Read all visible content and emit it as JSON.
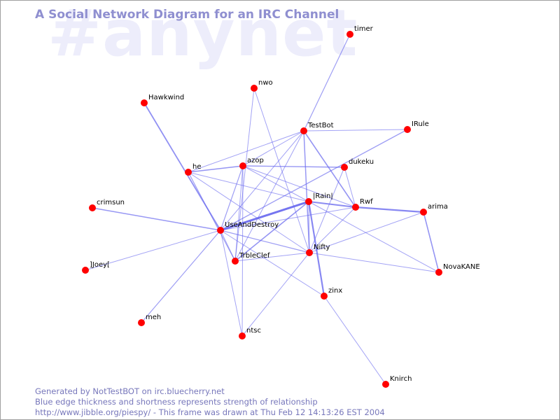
{
  "watermark": "#anynet",
  "title": "A Social Network Diagram for an IRC Channel",
  "footer": {
    "line1": "Generated by NotTestBOT on irc.bluecherry.net",
    "line2": "Blue edge thickness and shortness represents strength of relationship",
    "line3": "http://www.jibble.org/piespy/ - This frame was drawn at Thu Feb 12 14:13:26 EST 2004"
  },
  "colors": {
    "node": "#ff0000",
    "edge": "#6666ee",
    "title": "#8f8fd0",
    "watermark": "#ededfb",
    "footer": "#7777bb"
  },
  "nodes": [
    {
      "id": "timer",
      "label": "timer"
    },
    {
      "id": "nwo",
      "label": "nwo"
    },
    {
      "id": "Hawkwind",
      "label": "Hawkwind"
    },
    {
      "id": "TestBot",
      "label": "TestBot"
    },
    {
      "id": "IRule",
      "label": "IRule"
    },
    {
      "id": "he",
      "label": "he"
    },
    {
      "id": "azop",
      "label": "azop"
    },
    {
      "id": "dukeku",
      "label": "dukeku"
    },
    {
      "id": "crimsun",
      "label": "crimsun"
    },
    {
      "id": "Rain",
      "label": "|Rain|"
    },
    {
      "id": "Rwf",
      "label": "Rwf"
    },
    {
      "id": "arima",
      "label": "arima"
    },
    {
      "id": "UseAndDestroy",
      "label": "UseAndDestroy"
    },
    {
      "id": "Nifty",
      "label": "Nifty"
    },
    {
      "id": "TrbleClef",
      "label": "TrbleClef"
    },
    {
      "id": "Joey",
      "label": "]Joey["
    },
    {
      "id": "NovaKANE",
      "label": "NovaKANE"
    },
    {
      "id": "zinx",
      "label": "zinx"
    },
    {
      "id": "meh",
      "label": "meh"
    },
    {
      "id": "ntsc",
      "label": "ntsc"
    },
    {
      "id": "Knirch",
      "label": "Knirch"
    }
  ],
  "edges": [
    {
      "source": "timer",
      "target": "TestBot",
      "weight": 1.2
    },
    {
      "source": "Hawkwind",
      "target": "UseAndDestroy",
      "weight": 1.8
    },
    {
      "source": "nwo",
      "target": "TrbleClef",
      "weight": 1
    },
    {
      "source": "nwo",
      "target": "Nifty",
      "weight": 1
    },
    {
      "source": "TestBot",
      "target": "IRule",
      "weight": 1
    },
    {
      "source": "TestBot",
      "target": "he",
      "weight": 1
    },
    {
      "source": "TestBot",
      "target": "Rwf",
      "weight": 1.6
    },
    {
      "source": "TestBot",
      "target": "Nifty",
      "weight": 1.5
    },
    {
      "source": "TestBot",
      "target": "UseAndDestroy",
      "weight": 1
    },
    {
      "source": "TestBot",
      "target": "TrbleClef",
      "weight": 1
    },
    {
      "source": "TestBot",
      "target": "azop",
      "weight": 1
    },
    {
      "source": "IRule",
      "target": "UseAndDestroy",
      "weight": 1.3
    },
    {
      "source": "he",
      "target": "azop",
      "weight": 1.6
    },
    {
      "source": "he",
      "target": "Rain",
      "weight": 1
    },
    {
      "source": "he",
      "target": "TrbleClef",
      "weight": 1.2
    },
    {
      "source": "he",
      "target": "Nifty",
      "weight": 1
    },
    {
      "source": "azop",
      "target": "dukeku",
      "weight": 1.4
    },
    {
      "source": "azop",
      "target": "Rain",
      "weight": 1
    },
    {
      "source": "azop",
      "target": "UseAndDestroy",
      "weight": 1.2
    },
    {
      "source": "azop",
      "target": "TrbleClef",
      "weight": 1
    },
    {
      "source": "azop",
      "target": "ntsc",
      "weight": 1
    },
    {
      "source": "azop",
      "target": "Rwf",
      "weight": 1
    },
    {
      "source": "dukeku",
      "target": "Rwf",
      "weight": 1
    },
    {
      "source": "dukeku",
      "target": "Nifty",
      "weight": 1
    },
    {
      "source": "crimsun",
      "target": "UseAndDestroy",
      "weight": 1.5
    },
    {
      "source": "Rain",
      "target": "UseAndDestroy",
      "weight": 3
    },
    {
      "source": "Rain",
      "target": "Rwf",
      "weight": 2
    },
    {
      "source": "Rain",
      "target": "zinx",
      "weight": 2.2
    },
    {
      "source": "Rain",
      "target": "TrbleClef",
      "weight": 1.6
    },
    {
      "source": "Rain",
      "target": "Nifty",
      "weight": 1
    },
    {
      "source": "Rain",
      "target": "NovaKANE",
      "weight": 1
    },
    {
      "source": "Rwf",
      "target": "arima",
      "weight": 2.2
    },
    {
      "source": "Rwf",
      "target": "Nifty",
      "weight": 1
    },
    {
      "source": "Rwf",
      "target": "UseAndDestroy",
      "weight": 1
    },
    {
      "source": "arima",
      "target": "NovaKANE",
      "weight": 1.6
    },
    {
      "source": "arima",
      "target": "Nifty",
      "weight": 1
    },
    {
      "source": "UseAndDestroy",
      "target": "Joey",
      "weight": 1
    },
    {
      "source": "UseAndDestroy",
      "target": "meh",
      "weight": 1.2
    },
    {
      "source": "UseAndDestroy",
      "target": "ntsc",
      "weight": 1
    },
    {
      "source": "UseAndDestroy",
      "target": "Nifty",
      "weight": 1.2
    },
    {
      "source": "UseAndDestroy",
      "target": "zinx",
      "weight": 1
    },
    {
      "source": "UseAndDestroy",
      "target": "TrbleClef",
      "weight": 1
    },
    {
      "source": "Nifty",
      "target": "TrbleClef",
      "weight": 1
    },
    {
      "source": "Nifty",
      "target": "ntsc",
      "weight": 1
    },
    {
      "source": "Nifty",
      "target": "NovaKANE",
      "weight": 1
    },
    {
      "source": "zinx",
      "target": "Knirch",
      "weight": 1
    }
  ]
}
